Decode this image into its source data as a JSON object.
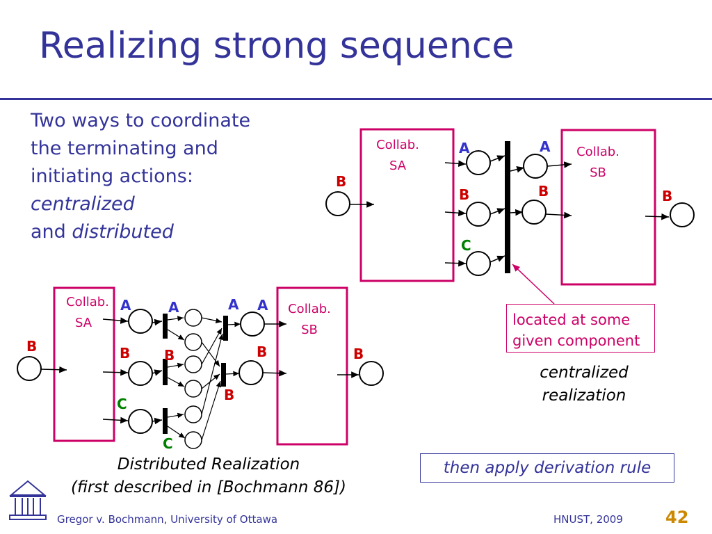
{
  "slide": {
    "title": "Realizing strong sequence",
    "intro": {
      "line1": "Two ways to coordinate",
      "line2": "the terminating and",
      "line3": "initiating actions:",
      "centralized": "centralized",
      "and": "and ",
      "distributed": "distributed"
    },
    "centralized_diagram": {
      "collab_sa": [
        "Collab.",
        "SA"
      ],
      "collab_sb": [
        "Collab.",
        "SB"
      ],
      "labels": {
        "b_left": "B",
        "a_in": "A",
        "b_in": "B",
        "c_in": "C",
        "a_out": "A",
        "b_out": "B",
        "b_right": "B"
      },
      "callout": [
        "located at some",
        "given component"
      ],
      "caption": [
        "centralized",
        "realization"
      ]
    },
    "distributed_diagram": {
      "collab_sa": [
        "Collab.",
        "SA"
      ],
      "collab_sb": [
        "Collab.",
        "SB"
      ],
      "labels": {
        "b_left": "B",
        "a1": "A",
        "b1": "B",
        "c1": "C",
        "a2": "A",
        "b2": "B",
        "c2": "C",
        "a3": "A",
        "b3": "B",
        "a4": "A",
        "b4": "B",
        "b_right": "B"
      },
      "caption": [
        "Distributed Realization",
        "(first described in [Bochmann 86])"
      ]
    },
    "derivation_note": "then apply derivation rule",
    "footer": {
      "author": "Gregor v. Bochmann, University of Ottawa",
      "event": "HNUST, 2009",
      "slide_number": "42"
    },
    "colors": {
      "title": "#333399",
      "magenta": "#cc0066",
      "red_label": "#cc0000",
      "blue_label": "#3333cc",
      "green_label": "#008000",
      "page_number": "#cc8800"
    }
  }
}
